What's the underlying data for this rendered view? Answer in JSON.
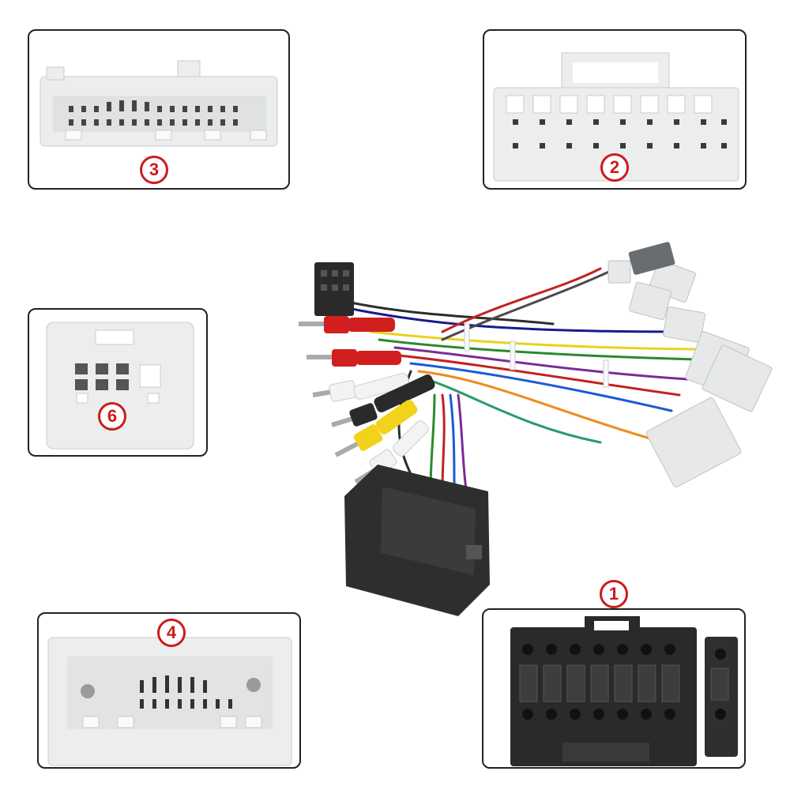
{
  "connectors": [
    {
      "label": "3"
    },
    {
      "label": "2"
    },
    {
      "label": "6"
    },
    {
      "label": "4"
    },
    {
      "label": "1"
    }
  ],
  "colors": {
    "badge": "#cc1b1b",
    "border": "#222222",
    "connector_white": "#eceeed",
    "connector_black": "#2a2a2a",
    "rca_red": "#d11f1f",
    "rca_yellow": "#f2d21b",
    "rca_white": "#f3f3f3"
  }
}
